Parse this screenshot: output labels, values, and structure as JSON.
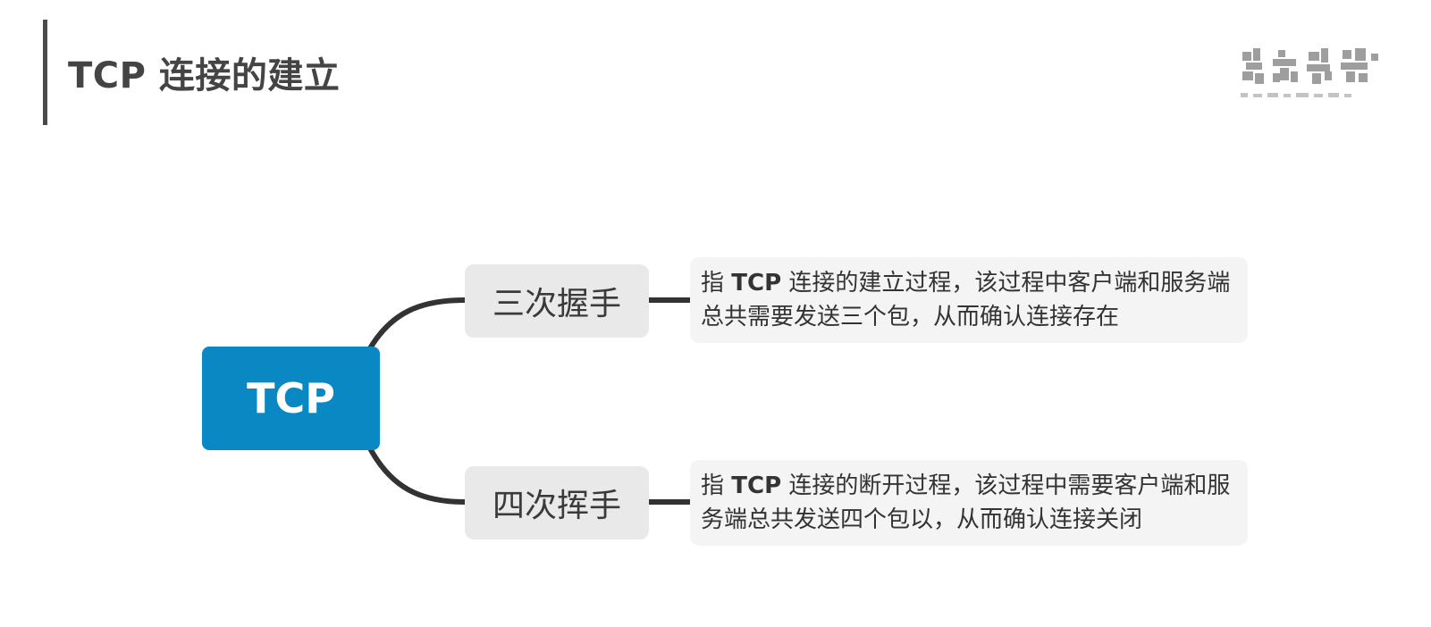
{
  "header": {
    "title": "TCP 连接的建立"
  },
  "logo": {
    "icon": "blurred-brand-logo",
    "color": "#9a9a9a"
  },
  "diagram": {
    "root": {
      "label": "TCP",
      "color": "#0988c4"
    },
    "branches": [
      {
        "label": "三次握手",
        "desc_prefix": "指 ",
        "desc_bold": "TCP",
        "desc_rest": " 连接的建立过程，该过程中客户端和服务端总共需要发送三个包，从而确认连接存在"
      },
      {
        "label": "四次挥手",
        "desc_prefix": "指 ",
        "desc_bold": "TCP",
        "desc_rest": " 连接的断开过程，该过程中需要客户端和服务端总共发送四个包以，从而确认连接关闭"
      }
    ],
    "connector_color": "#333333"
  }
}
